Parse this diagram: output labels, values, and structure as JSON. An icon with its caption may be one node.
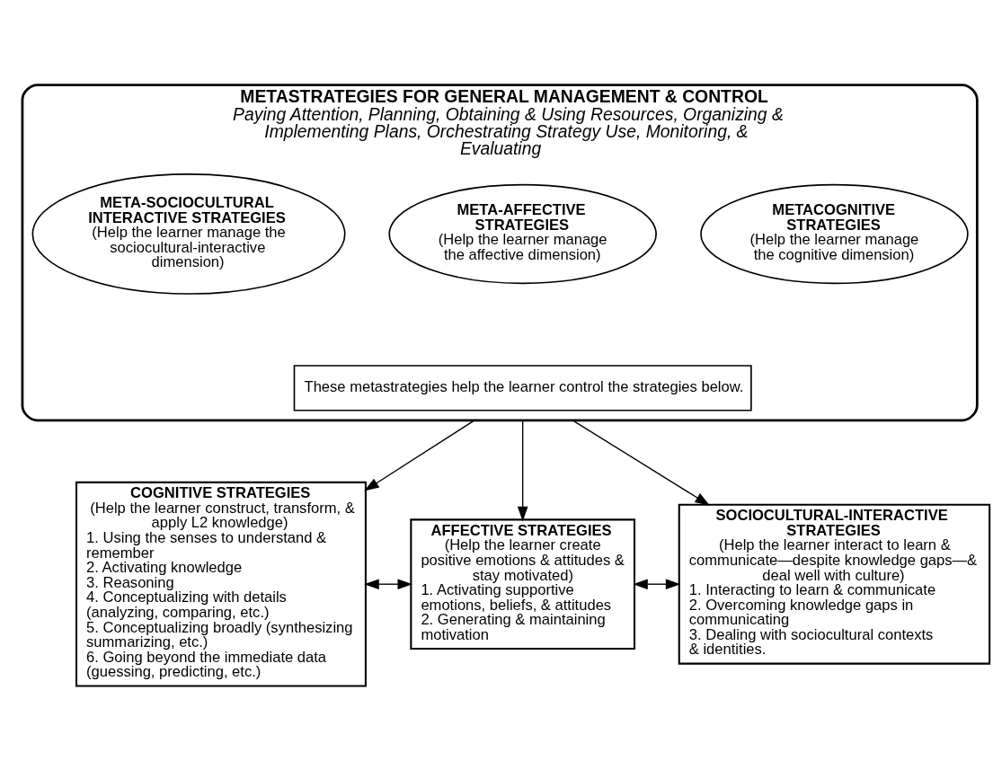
{
  "diagram": {
    "nodes": [
      {
        "text": [
          "METASTRATEGIES FOR GENERAL MANAGEMENT & CONTROL",
          "Paying Attention, Planning, Obtaining & Using Resources, Organizing & Implementing Plans, Orchestrating Strategy Use, Monitoring, & Evaluating"
        ]
      },
      {
        "text": [
          "METACOGNITIVE STRATEGIES",
          "(Help the learner manage the cognitive dimension)"
        ],
        "in": 0
      },
      {
        "text": [
          "META-AFFECTIVE STRATEGIES",
          "(Help the learner manage the affective dimension)"
        ],
        "in": 0
      },
      {
        "text": [
          "META-SOCIOCULTURAL INTERACTIVE STRATEGIES",
          "(Help the learner manage the sociocultural-interactive dimension)"
        ],
        "in": 0
      },
      {
        "text": [
          "These metastrategies help the learner control the strategies below."
        ],
        "in": 0
      },
      {
        "text": [
          "COGNITIVE STRATEGIES",
          "(Help the learner construct, transform, & apply L2 knowledge)",
          "1. Using the senses to understand & remember",
          "2. Activating knowledge",
          "3. Reasoning",
          "4. Conceptualizing with details (analyzing, comparing, etc.)",
          "5. Conceptualizing broadly (synthesizing summarizing, etc.)",
          "6. Going beyond the immediate data (guessing, predicting, etc.)"
        ]
      },
      {
        "text": [
          "AFFECTIVE STRATEGIES",
          "(Help the learner create positive emotions & attitudes & stay motivated)",
          "1. Activating supportive emotions, beliefs, & attitudes",
          "2. Generating & maintaining motivation"
        ]
      },
      {
        "text": [
          "SOCIOCULTURAL-INTERACTIVE STRATEGIES",
          "(Help the learner interact to learn & communicate—despite knowledge gaps—& deal well with culture)",
          "1. Interacting to learn & communicate",
          "2. Overcoming knowledge gaps in communicating",
          "3. Dealing with sociocultural contexts & identities."
        ]
      }
    ],
    "edges": [
      {
        "from": 0,
        "to": 5,
        "arrow": "to"
      },
      {
        "from": 0,
        "to": 6,
        "arrow": "to"
      },
      {
        "from": 0,
        "to": 7,
        "arrow": "to"
      },
      {
        "from": 5,
        "to": 6,
        "arrow": "both"
      },
      {
        "from": 6,
        "to": 7,
        "arrow": "both"
      }
    ]
  }
}
